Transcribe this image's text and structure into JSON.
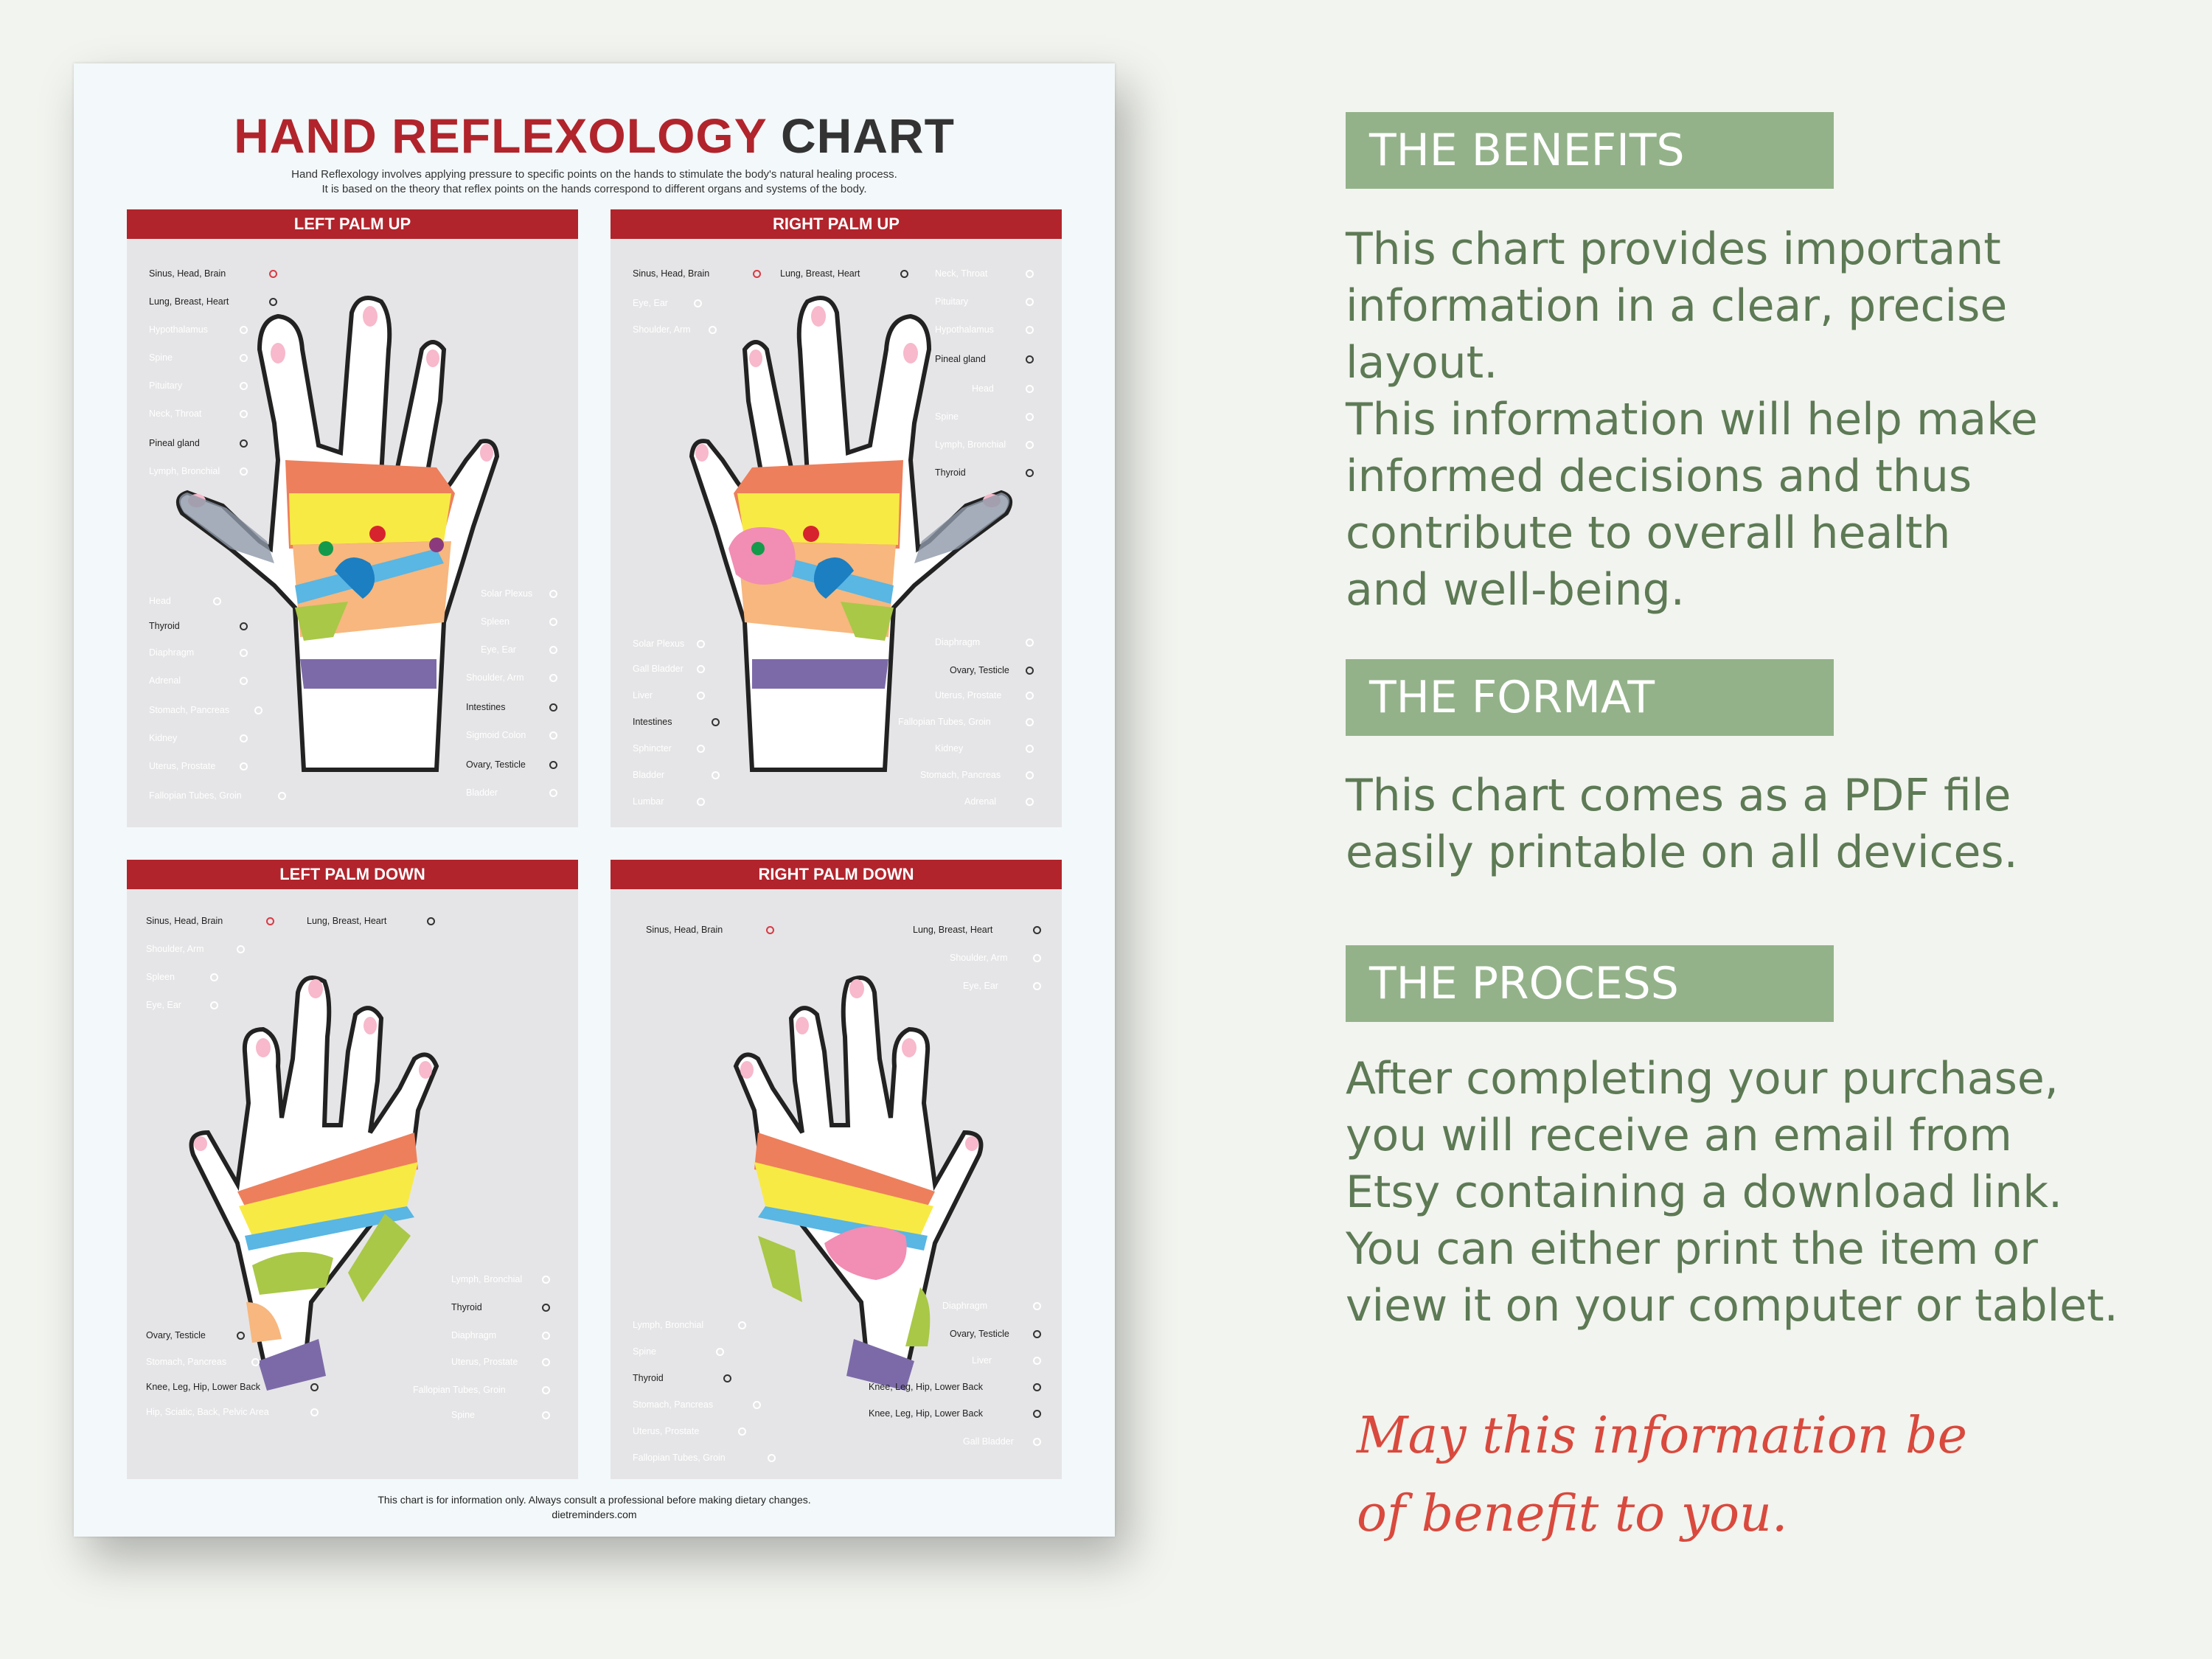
{
  "poster": {
    "title_red": "HAND REFLEXOLOGY",
    "title_dark": "CHART",
    "intro_line1": "Hand Reflexology involves applying pressure to specific points on the hands to stimulate the body's natural healing process.",
    "intro_line2": "It is based on the theory that reflex points on the hands correspond to different organs and systems of the body.",
    "footer_line1": "This chart is for information only. Always consult a professional before making dietary changes.",
    "footer_line2": "dietreminders.com",
    "panels": [
      {
        "title": "LEFT PALM UP",
        "labels": [
          {
            "text": "Sinus, Head, Brain",
            "color": "#f7b9cb"
          },
          {
            "text": "Lung, Breast, Heart",
            "color": "#f6ea3b"
          },
          {
            "text": "Hypothalamus",
            "color": "#ee7b53"
          },
          {
            "text": "Spine",
            "color": "#7c6aa8"
          },
          {
            "text": "Pituitary",
            "color": "#c8202e"
          },
          {
            "text": "Neck, Throat",
            "color": "#6d7d92"
          },
          {
            "text": "Pineal gland",
            "color": "#c9e6c8"
          },
          {
            "text": "Lymph, Bronchial",
            "color": "#bdcf7d"
          },
          {
            "text": "Head",
            "color": "#e0207f"
          },
          {
            "text": "Thyroid",
            "color": "#c9de86"
          },
          {
            "text": "Diaphragm",
            "color": "#4db7e6"
          },
          {
            "text": "Adrenal",
            "color": "#139a4a"
          },
          {
            "text": "Stomach, Pancreas",
            "color": "#a6c640"
          },
          {
            "text": "Kidney",
            "color": "#1a7fc2"
          },
          {
            "text": "Uterus, Prostate",
            "color": "#c3237a"
          },
          {
            "text": "Fallopian Tubes, Groin",
            "color": "#6c8d73"
          },
          {
            "text": "Solar Plexus",
            "color": "#d7232e"
          },
          {
            "text": "Spleen",
            "color": "#8c3a7e"
          },
          {
            "text": "Eye, Ear",
            "color": "#ee6a4a"
          },
          {
            "text": "Shoulder, Arm",
            "color": "#f49a7d"
          },
          {
            "text": "Intestines",
            "color": "#f6b96a"
          },
          {
            "text": "Sigmoid Colon",
            "color": "#94d3e8"
          },
          {
            "text": "Ovary, Testicle",
            "color": "#f6ea22"
          },
          {
            "text": "Bladder",
            "color": "#2b2b2b"
          }
        ]
      },
      {
        "title": "RIGHT PALM UP",
        "labels": [
          {
            "text": "Sinus, Head, Brain",
            "color": "#f7b9cb"
          },
          {
            "text": "Eye, Ear",
            "color": "#ee6a4a"
          },
          {
            "text": "Shoulder, Arm",
            "color": "#f49a7d"
          },
          {
            "text": "Lung, Breast, Heart",
            "color": "#f6ea3b"
          },
          {
            "text": "Neck, Throat",
            "color": "#6d7d92"
          },
          {
            "text": "Pituitary",
            "color": "#c8202e"
          },
          {
            "text": "Hypothalamus",
            "color": "#ee7b53"
          },
          {
            "text": "Pineal gland",
            "color": "#c9e6c8"
          },
          {
            "text": "Head",
            "color": "#e0207f"
          },
          {
            "text": "Spine",
            "color": "#7c6aa8"
          },
          {
            "text": "Lymph, Bronchial",
            "color": "#bdcf7d"
          },
          {
            "text": "Thyroid",
            "color": "#c9de86"
          },
          {
            "text": "Solar Plexus",
            "color": "#d7232e"
          },
          {
            "text": "Gall Bladder",
            "color": "#139a4a"
          },
          {
            "text": "Liver",
            "color": "#f3a2b5"
          },
          {
            "text": "Intestines",
            "color": "#f6b96a"
          },
          {
            "text": "Sphincter",
            "color": "#d7232e"
          },
          {
            "text": "Bladder",
            "color": "#2b2b2b"
          },
          {
            "text": "Lumbar",
            "color": "#7c6aa8"
          },
          {
            "text": "Diaphragm",
            "color": "#4db7e6"
          },
          {
            "text": "Ovary, Testicle",
            "color": "#f6ea22"
          },
          {
            "text": "Uterus, Prostate",
            "color": "#c3237a"
          },
          {
            "text": "Fallopian Tubes, Groin",
            "color": "#6c8d73"
          },
          {
            "text": "Kidney",
            "color": "#1a7fc2"
          },
          {
            "text": "Stomach, Pancreas",
            "color": "#a6c640"
          },
          {
            "text": "Adrenal",
            "color": "#d7232e"
          }
        ]
      },
      {
        "title": "LEFT PALM DOWN",
        "labels": [
          {
            "text": "Sinus, Head, Brain",
            "color": "#f7b9cb"
          },
          {
            "text": "Lung, Breast, Heart",
            "color": "#f6ea3b"
          },
          {
            "text": "Shoulder, Arm",
            "color": "#f49a7d"
          },
          {
            "text": "Spleen",
            "color": "#8c3a7e"
          },
          {
            "text": "Eye, Ear",
            "color": "#ee6a4a"
          },
          {
            "text": "Lymph, Bronchial",
            "color": "#bdcf7d"
          },
          {
            "text": "Thyroid",
            "color": "#c9de86"
          },
          {
            "text": "Diaphragm",
            "color": "#4db7e6"
          },
          {
            "text": "Uterus, Prostate",
            "color": "#c3237a"
          },
          {
            "text": "Fallopian Tubes, Groin",
            "color": "#6c8d73"
          },
          {
            "text": "Spine",
            "color": "#7c6aa8"
          },
          {
            "text": "Ovary, Testicle",
            "color": "#f6ea22"
          },
          {
            "text": "Stomach, Pancreas",
            "color": "#a6c640"
          },
          {
            "text": "Knee, Leg, Hip, Lower Back",
            "color": "#f6b96a"
          },
          {
            "text": "Hip, Sciatic, Back, Pelvic Area",
            "color": "#7c6aa8"
          }
        ]
      },
      {
        "title": "RIGHT PALM DOWN",
        "labels": [
          {
            "text": "Sinus, Head, Brain",
            "color": "#f7b9cb"
          },
          {
            "text": "Lung, Breast, Heart",
            "color": "#f6ea3b"
          },
          {
            "text": "Shoulder, Arm",
            "color": "#f49a7d"
          },
          {
            "text": "Eye, Ear",
            "color": "#ee6a4a"
          },
          {
            "text": "Lymph, Bronchial",
            "color": "#bdcf7d"
          },
          {
            "text": "Spine",
            "color": "#7c6aa8"
          },
          {
            "text": "Thyroid",
            "color": "#c9de86"
          },
          {
            "text": "Stomach, Pancreas",
            "color": "#a6c640"
          },
          {
            "text": "Uterus, Prostate",
            "color": "#c3237a"
          },
          {
            "text": "Fallopian Tubes, Groin",
            "color": "#6c8d73"
          },
          {
            "text": "Diaphragm",
            "color": "#4db7e6"
          },
          {
            "text": "Ovary, Testicle",
            "color": "#f6ea22"
          },
          {
            "text": "Liver",
            "color": "#f3a2b5"
          },
          {
            "text": "Knee, Leg, Hip, Lower Back",
            "color": "#c9de86"
          },
          {
            "text": "Knee, Leg, Hip, Lower Back",
            "color": "#f6b96a"
          },
          {
            "text": "Gall Bladder",
            "color": "#139a4a"
          }
        ]
      }
    ]
  },
  "sections": {
    "benefits": {
      "heading": "THE BENEFITS",
      "lines": [
        "This chart provides important",
        "information in a clear, precise",
        "layout.",
        "This information will help make",
        "informed decisions and thus",
        "contribute to overall health",
        "and well-being."
      ]
    },
    "format": {
      "heading": "THE FORMAT",
      "lines": [
        "This chart comes as a PDF file",
        "easily printable on all devices."
      ]
    },
    "process": {
      "heading": "THE PROCESS",
      "lines": [
        "After completing your purchase,",
        "you will receive an email from",
        "Etsy containing a download link.",
        "You can either print the item or",
        "view it on your computer or tablet."
      ]
    },
    "blessing_line1": "May this information be",
    "blessing_line2": "of benefit to you."
  },
  "colors": {
    "poster_red": "#b1242c",
    "section_green": "#93b289",
    "body_text_green": "#5d7a55",
    "blessing_red": "#d9493d"
  }
}
